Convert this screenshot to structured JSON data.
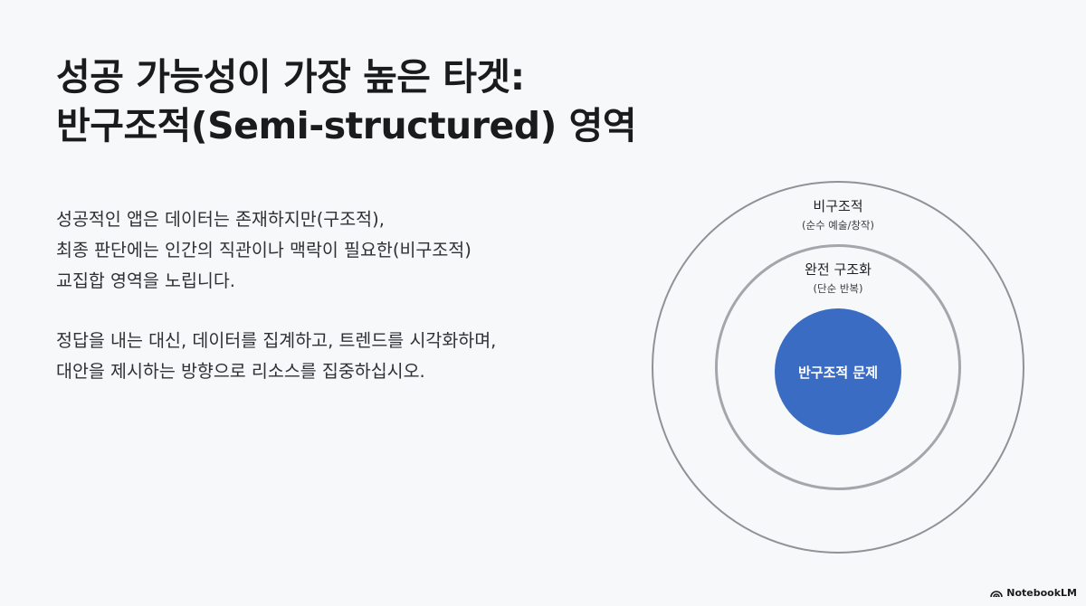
{
  "title": {
    "line1": "성공 가능성이 가장 높은 타겟:",
    "line2": "반구조적(Semi-structured) 영역"
  },
  "body": {
    "paragraph1": [
      "성공적인 앱은 데이터는 존재하지만(구조적),",
      "최종 판단에는 인간의 직관이나 맥락이 필요한(비구조적)",
      "교집합 영역을 노립니다."
    ],
    "paragraph2": [
      "정답을 내는 대신, 데이터를 집계하고, 트렌드를 시각화하며,",
      "대안을 제시하는 방향으로 리소스를 집중하십시오."
    ]
  },
  "diagram": {
    "outer": {
      "name": "비구조적",
      "sub": "(순수 예술/창작)"
    },
    "middle": {
      "name": "완전 구조화",
      "sub": "(단순 반복)"
    },
    "core": {
      "name": "반구조적 문제"
    },
    "colors": {
      "core": "#3a6cc4",
      "ring": "#a3a6aa"
    }
  },
  "brand": {
    "name": "NotebookLM"
  }
}
